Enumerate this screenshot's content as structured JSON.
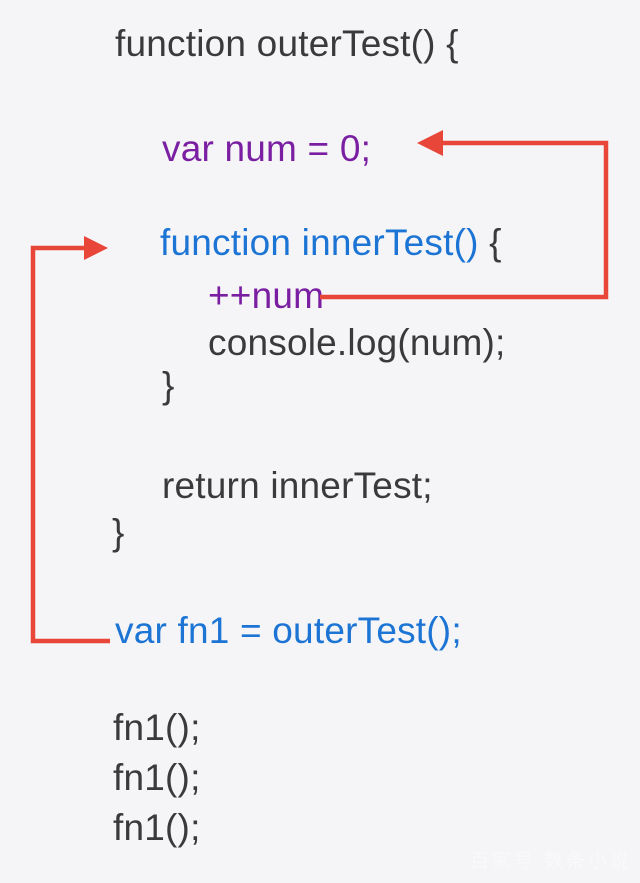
{
  "colors": {
    "background": "#f5f5f7",
    "dark": "#3a3a3c",
    "purple": "#7b1fa2",
    "blue": "#1c74d4",
    "red": "#e74638",
    "watermark": "#ffffff"
  },
  "code": {
    "language": "javascript",
    "lines": [
      {
        "segments": [
          {
            "text": "function outerTest() {",
            "color": "dark"
          }
        ]
      },
      {
        "segments": [
          {
            "text": "var num = 0;",
            "color": "purple"
          }
        ]
      },
      {
        "segments": [
          {
            "text": "function innerTest() ",
            "color": "blue"
          },
          {
            "text": "{",
            "color": "dark"
          }
        ]
      },
      {
        "segments": [
          {
            "text": "++num",
            "color": "purple"
          }
        ]
      },
      {
        "segments": [
          {
            "text": "console.log(num);",
            "color": "dark"
          }
        ]
      },
      {
        "segments": [
          {
            "text": "}",
            "color": "dark"
          }
        ]
      },
      {
        "segments": [
          {
            "text": "return innerTest;",
            "color": "dark"
          }
        ]
      },
      {
        "segments": [
          {
            "text": "}",
            "color": "dark"
          }
        ]
      },
      {
        "segments": [
          {
            "text": "var fn1 = outerTest();",
            "color": "blue"
          }
        ]
      },
      {
        "segments": [
          {
            "text": "fn1();",
            "color": "dark"
          }
        ]
      },
      {
        "segments": [
          {
            "text": "fn1();",
            "color": "dark"
          }
        ]
      },
      {
        "segments": [
          {
            "text": "fn1();",
            "color": "dark"
          }
        ]
      }
    ]
  },
  "arrows": [
    {
      "name": "num-increment-loop",
      "from": "++num",
      "to": "var num = 0;"
    },
    {
      "name": "closure-reference",
      "from": "var fn1 = outerTest();",
      "to": "function innerTest()"
    }
  ],
  "watermark": {
    "text": "百家号 数条小说"
  }
}
